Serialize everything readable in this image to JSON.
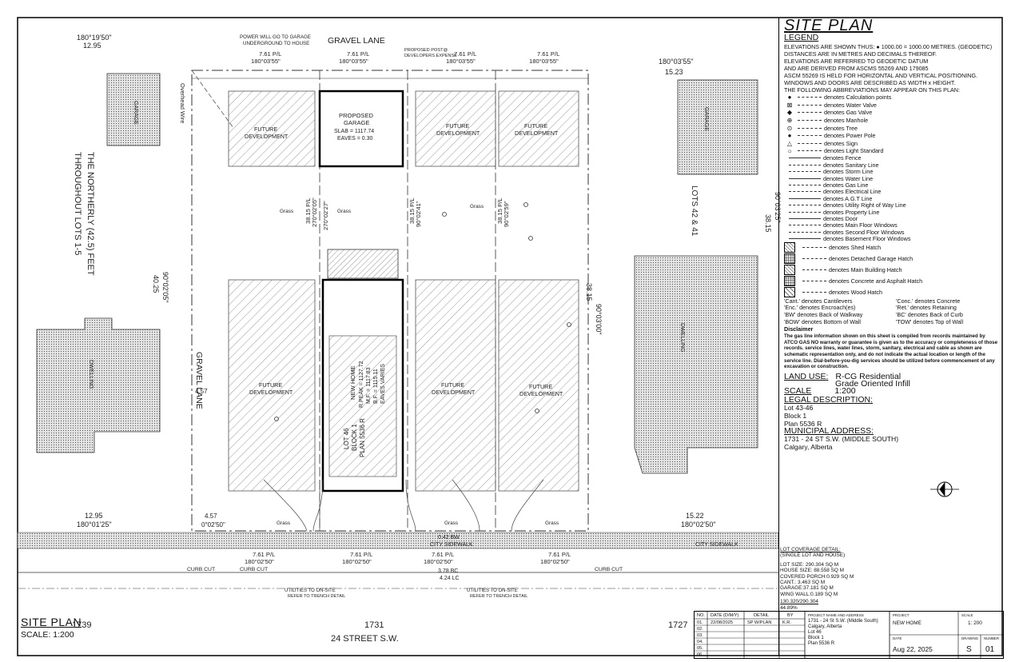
{
  "sheet_title": "SITE PLAN",
  "legend": {
    "heading": "LEGEND",
    "elev_note_a": "ELEVATIONS ARE SHOWN THUS:",
    "elev_sample": "1000.00",
    "elev_note_b": "= 1000.00 METRES. (GEODETIC)",
    "notes": [
      "DISTANCES ARE IN METRES AND DECIMALS THEREOF.",
      "ELEVATIONS ARE REFERRED TO GEODETIC DATUM",
      "AND ARE DERIVED FROM ASCMS 55269 AND 179085",
      "ASCM 55269 IS HELD FOR HORIZONTAL AND VERTICAL POSITIONING.",
      "WINDOWS AND DOORS ARE DESCRIBED AS WIDTH x HEIGHT.",
      "THE FOLLOWING ABBREVIATIONS MAY APPEAR ON THIS PLAN:"
    ],
    "symbols": [
      {
        "sym": "●",
        "label": "denotes Calculation points"
      },
      {
        "sym": "⊠",
        "label": "denotes Water Valve"
      },
      {
        "sym": "◆",
        "label": "denotes Gas Valve"
      },
      {
        "sym": "⊕",
        "label": "denotes Manhole"
      },
      {
        "sym": "⊙",
        "label": "denotes Tree"
      },
      {
        "sym": "●",
        "label": "denotes Power Pole"
      },
      {
        "sym": "△",
        "label": "denotes Sign"
      },
      {
        "sym": "☼",
        "label": "denotes Light Standard"
      }
    ],
    "lines": [
      "denotes Fence",
      "denotes Sanitary Line",
      "denotes Storm Line",
      "denotes Water Line",
      "denotes Gas Line",
      "denotes Electrical Line",
      "denotes A.G.T Line",
      "denotes Utility Right of Way Line",
      "denotes Property Line",
      "denotes Door",
      "denotes Main Floor Windows",
      "denotes Second Floor Windows",
      "denotes Basement Floor Windows"
    ],
    "hatches": [
      "denotes Shed Hatch",
      "denotes Detached Garage Hatch",
      "denotes Main Building Hatch",
      "denotes Concrete and Asphalt Hatch",
      "denotes Wood Hatch"
    ],
    "abbreviations": [
      "'Cant.' denotes Cantilevers",
      "'Conc.' denotes Concrete",
      "'Enc.' denotes Encroach(es)",
      "'Ret.' denotes Retaining",
      "'BW' denotes Back of Walkway",
      "'BC' denotes Back of Curb",
      "'BOW' denotes Bottom of Wall",
      "'TOW' denotes Top of Wall"
    ],
    "disclaimer_heading": "Disclaimer",
    "disclaimer": "The gas line information shown on this sheet is compiled from records maintained by ATCO GAS NO warranty or guarantee is given as to the accuracy or completeness of those records. service lines, water lines, storm, sanitary, electrical and cable as shown are schematic representation only, and do not indicate the actual location or length of the service line. Dial-before-you-dig services should be utilized before commencement of any excavation or construction."
  },
  "land_use": {
    "label": "LAND USE:",
    "value1": "R-CG Residential",
    "value2": "Grade Oriented Infill"
  },
  "scale": {
    "label": "SCALE",
    "value": "1:200"
  },
  "legal": {
    "label": "LEGAL DESCRIPTION:",
    "lot": "Lot 43-46",
    "block": "Block 1",
    "plan": "Plan 5536 R"
  },
  "address": {
    "label": "MUNICIPAL ADDRESS:",
    "line1": "1731 - 24 ST S.W. (MIDDLE SOUTH)",
    "line2": "Calgary, Alberta"
  },
  "coverage": {
    "heading": "LOT COVERAGE DETAIL:",
    "sub": "(SINGLE LOT AND HOUSE)",
    "rows": [
      "LOT SIZE: 290.304 SQ M",
      "HOUSE SIZE: 88.558 SQ M",
      "COVERED PORCH:0.929 SQ M",
      "CANT.: 3.463 SQ M",
      "GARAGE:37.181 SQ M",
      "WING WALL:0.189 SQ M"
    ],
    "fraction_top": "130.320/290.304",
    "fraction_bottom": "44.89%"
  },
  "title_block": {
    "h_no": "NO.",
    "h_date": "DATE (D/M/Y)",
    "h_detail": "DETAIL",
    "h_by": "BY",
    "rows": [
      [
        "01.",
        "22/08/2025",
        "SP W/PLAN",
        "K.R."
      ],
      [
        "02.",
        "",
        "",
        ""
      ],
      [
        "03.",
        "",
        "",
        ""
      ],
      [
        "04.",
        "",
        "",
        ""
      ],
      [
        "05.",
        "",
        "",
        ""
      ],
      [
        "06.",
        "",
        "",
        ""
      ]
    ],
    "addr_h": "PROJECT NAME AND ADDRESS",
    "addr1": "1731 - 24 St S.W. (Middle South)",
    "addr2": "Calgary, Alberta",
    "addr3": "Lot 46",
    "addr4": "Block 1",
    "addr5": "Plan 5536 R",
    "project_h": "PROJECT",
    "project": "NEW HOME",
    "scale_h": "SCALE",
    "scale": "1: 200",
    "date_h": "DATE",
    "date": "Aug 22, 2025",
    "drawing_h": "DRAWING",
    "number_h": "NUMBER",
    "drawing": "S",
    "number": "01"
  },
  "drawing": {
    "gravel_lane_top": "GRAVEL LANE",
    "gravel_lane_left": "GRAVEL LANE",
    "power_note1": "POWER WILL GO TO GARAGE",
    "power_note2": "UNDERGROUND TO HOUSE",
    "post_note1": "PROPOSED POST@",
    "post_note2": "DEVELOPERS EXPENSE",
    "northerly1": "THE NORTHERLY (42.5) FEET",
    "northerly2": "THROUGHOUT LOTS 1-5",
    "lots_right": "LOTS 42 & 41",
    "street": "24 STREET S.W.",
    "addr_left": "1739",
    "addr_mid": "1731",
    "addr_right": "1727",
    "city_sidewalk": "CITY SIDEWALK",
    "curb_cut": "CURB CUT",
    "utilities1": "UTILITIES TO ON-SITE",
    "utilities2": "REFER TO TRENCH DETAIL",
    "overhead": "Overhead Wire",
    "future": "FUTURE",
    "development": "DEVELOPMENT",
    "garage_title1": "PROPOSED",
    "garage_title2": "GARAGE",
    "garage_slab": "SLAB = 1117.74",
    "garage_eaves": "EAVES = 0.30",
    "new_home": "NEW HOME",
    "r_peak": "R.PEAK = 1127.72",
    "mf": "M.F. = 1117.83",
    "bf": "B.F. = 1115.11",
    "eaves_var": "EAVES VARIES",
    "lot46": "LOT 46",
    "block1": "BLOCK 1",
    "plan": "PLAN 5536 R",
    "grass": "Grass",
    "dwelling": "DWELLING",
    "garage": "GARAGE",
    "bearing_top_left": "180°19'50\"",
    "dist_top_left": "12.95",
    "bearing_bot_left": "180°01'25\"",
    "dist_bot_left": "12.95",
    "bearing_top_right": "180°03'55\"",
    "dist_top_right": "15.23",
    "bearing_bot_right": "180°02'50\"",
    "dist_bot_right": "15.22",
    "pl_top": "7.61 P/L",
    "pl_top_b": "180°03'55\"",
    "pl_bot": "7.61 P/L",
    "pl_bot_b": "180°02'50\"",
    "side_left": "90°02'05\"",
    "side_left_d": "40.25",
    "side_right": "90°03'25\"",
    "side_right_d": "38.15",
    "mid_pl": "38.15 P/L",
    "mid_b1": "270°02'05\"",
    "mid_b2": "270°02'27\"",
    "mid_b3": "90°02'41\"",
    "mid_b4": "90°02'59\"",
    "mid_b5": "90°03'00\"",
    "mid_d5": "38.15",
    "sidewalk_dist": "0.42 BW",
    "bc_dist": "3.78 BC",
    "lc_dist": "4.24 LC",
    "lane_w": "4.57",
    "lane_w_bot": "4.57",
    "lane_b_bot": "0°02'50\""
  }
}
